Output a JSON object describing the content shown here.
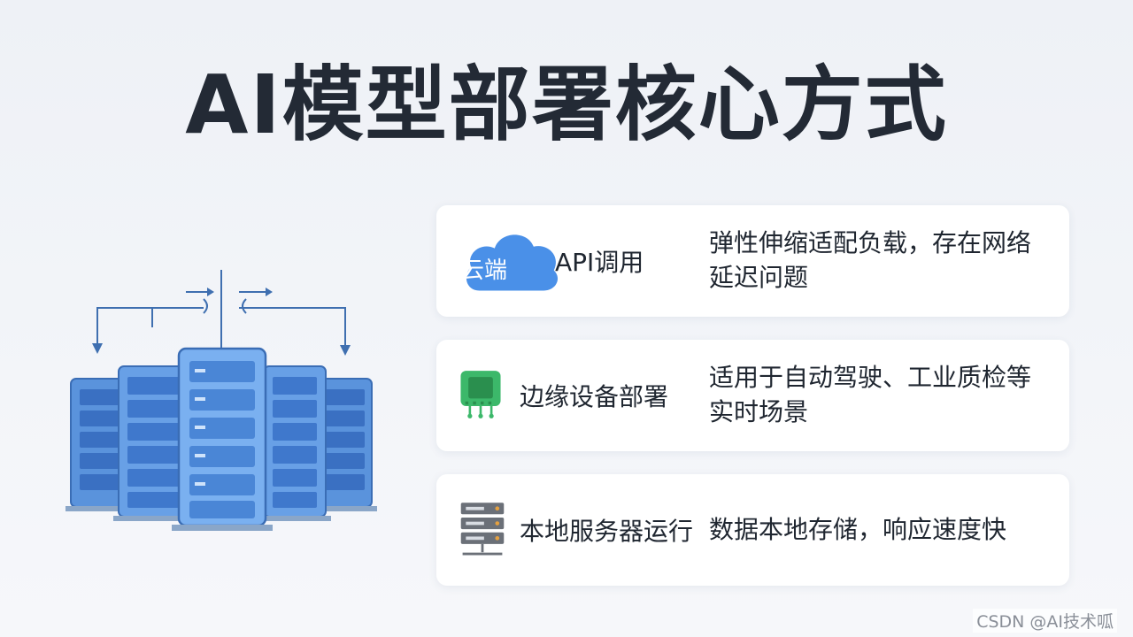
{
  "title": "AI模型部署核心方式",
  "cards": [
    {
      "icon": "cloud-icon",
      "icon_text": "云端",
      "name": "API调用",
      "desc": "弹性伸缩适配负载，存在网络延迟问题"
    },
    {
      "icon": "edge-device-icon",
      "name": "边缘设备部署",
      "desc": "适用于自动驾驶、工业质检等实时场景"
    },
    {
      "icon": "server-rack-icon",
      "name": "本地服务器运行",
      "desc": "数据本地存储，响应速度快"
    }
  ],
  "watermark": "CSDN @AI技术呱",
  "colors": {
    "server_blue": "#4a8ad8",
    "cloud_blue": "#4a90e8",
    "edge_green": "#3cb86a",
    "text_dark": "#232a35"
  }
}
